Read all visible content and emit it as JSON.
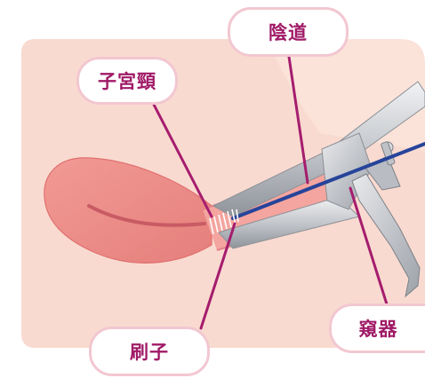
{
  "labels": {
    "cervix": "子宮頸",
    "vagina": "陰道",
    "brush": "刷子",
    "speculum": "窺器"
  },
  "colors": {
    "background_panel": "#fbe3da",
    "uterus": "#ef8e8a",
    "canal": "#f4a59f",
    "label_text": "#a01a67",
    "callout_border": "#f2c7d1",
    "leader_line": "#a51d6e",
    "brush_handle": "#26449a",
    "speculum_metal": "#c8cbd0"
  }
}
